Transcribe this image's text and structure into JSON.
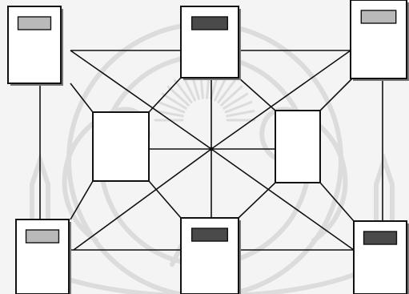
{
  "diagram": {
    "colors": {
      "background": "#f4f4f4",
      "watermark": "#dcdcdc",
      "line": "#111111",
      "box_fill": "#ffffff",
      "shadow": "#777777",
      "label_light": "#b9b9b9",
      "label_dark": "#4a4a4a",
      "center_fill": "#ffffff"
    },
    "nodes": [
      {
        "id": "top-left",
        "label_tone": "light"
      },
      {
        "id": "top-center",
        "label_tone": "dark"
      },
      {
        "id": "top-right",
        "label_tone": "light"
      },
      {
        "id": "bottom-left",
        "label_tone": "light"
      },
      {
        "id": "bottom-center",
        "label_tone": "dark"
      },
      {
        "id": "bottom-right",
        "label_tone": "dark"
      }
    ]
  }
}
